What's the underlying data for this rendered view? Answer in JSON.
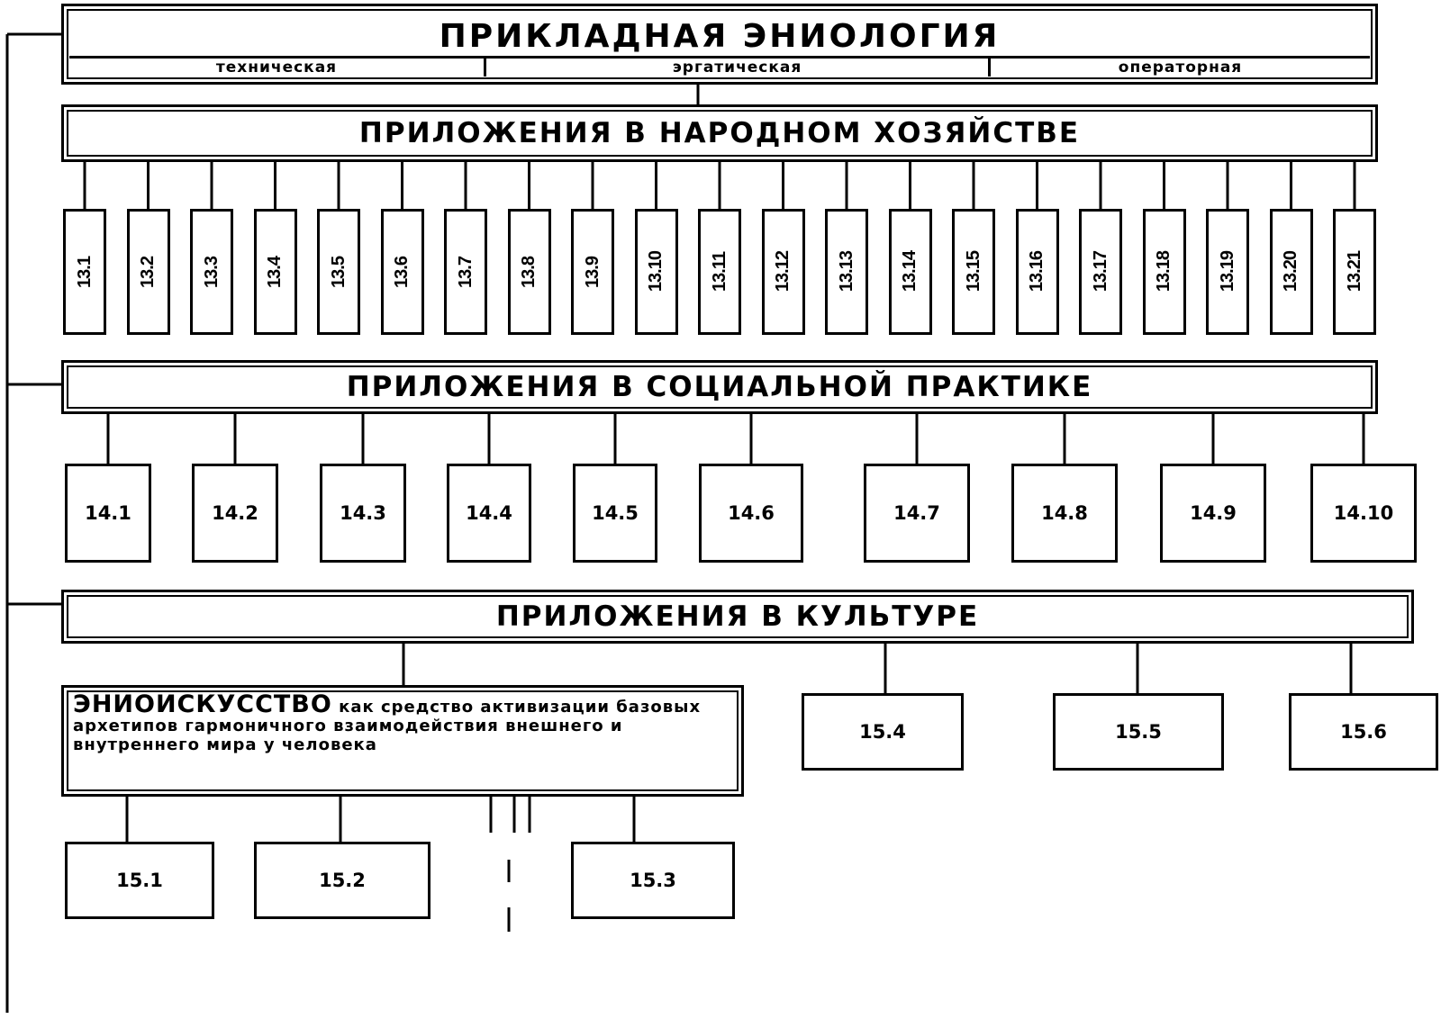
{
  "title": "ПРИКЛАДНАЯ ЭНИОЛОГИЯ",
  "subtitles": [
    "техническая",
    "эргатическая",
    "операторная"
  ],
  "section_13": {
    "title": "ПРИЛОЖЕНИЯ В НАРОДНОМ ХОЗЯЙСТВЕ",
    "items": [
      "13.1",
      "13.2",
      "13.3",
      "13.4",
      "13.5",
      "13.6",
      "13.7",
      "13.8",
      "13.9",
      "13.10",
      "13.11",
      "13.12",
      "13.13",
      "13.14",
      "13.15",
      "13.16",
      "13.17",
      "13.18",
      "13.19",
      "13.20",
      "13.21"
    ]
  },
  "section_14": {
    "title": "ПРИЛОЖЕНИЯ В СОЦИАЛЬНОЙ ПРАКТИКЕ",
    "items": [
      "14.1",
      "14.2",
      "14.3",
      "14.4",
      "14.5",
      "14.6",
      "14.7",
      "14.8",
      "14.9",
      "14.10"
    ]
  },
  "section_15": {
    "title": "ПРИЛОЖЕНИЯ В КУЛЬТУРЕ",
    "art_lead": "ЭНИОИСКУССТВО",
    "art_rest": " как средство активизации базовых архетипов гармоничного взаимодействия внешнего и внутреннего мира у человека",
    "items_top": [
      "15.4",
      "15.5",
      "15.6"
    ],
    "items_bottom": [
      "15.1",
      "15.2",
      "15.3"
    ]
  }
}
